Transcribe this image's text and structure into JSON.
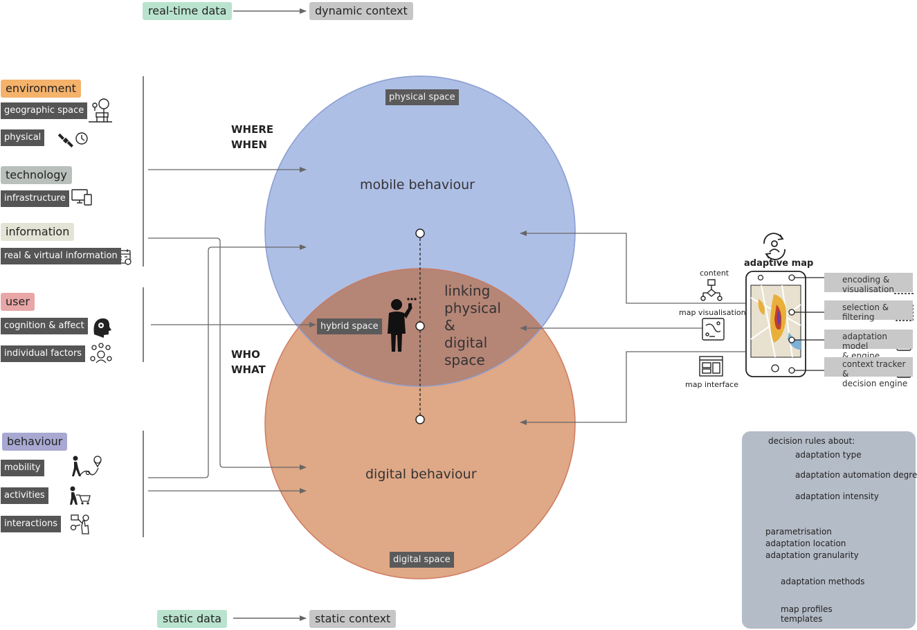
{
  "top": {
    "real_time_data": "real-time data",
    "dynamic_context": "dynamic context"
  },
  "bottom": {
    "static_data": "static data",
    "static_context": "static context"
  },
  "categories": {
    "environment": {
      "label": "environment",
      "color": "#f4b26b",
      "items": [
        "geographic space",
        "physical"
      ]
    },
    "technology": {
      "label": "technology",
      "color": "#b9c0bc",
      "items": [
        "infrastructure"
      ]
    },
    "information": {
      "label": "information",
      "color": "#e4e4d6",
      "items": [
        "real & virtual information"
      ]
    },
    "user": {
      "label": "user",
      "color": "#e8a6a6",
      "items": [
        "cognition & affect",
        "individual factors"
      ]
    },
    "behaviour": {
      "label": "behaviour",
      "color": "#a8a8d2",
      "items": [
        "mobility",
        "activities",
        "interactions"
      ]
    }
  },
  "where_when": "WHERE\nWHEN",
  "who_what": "WHO\nWHAT",
  "circles": {
    "physical_space": "physical space",
    "mobile_behaviour": "mobile behaviour",
    "hybrid_space": "hybrid space",
    "linking": "linking\nphysical\n&\ndigital\nspace",
    "digital_behaviour": "digital behaviour",
    "digital_space": "digital space",
    "colors": {
      "blue": "#aebfe6",
      "orange": "#dfa886",
      "overlap": "#b58576"
    }
  },
  "adaptive_map": {
    "title": "adaptive map",
    "content": "content",
    "map_visualisation": "map visualisation",
    "map_interface": "map interface",
    "tags": [
      "encoding &\nvisualisation",
      "selection &\nfiltering",
      "adaptation model\n& engine",
      "context tracker &\ndecision engine"
    ]
  },
  "panel": {
    "decision_rules": "decision rules about:",
    "adaptation_type": "adaptation type",
    "adaptation_automation_degree": "adaptation automation degree",
    "adaptation_intensity": "adaptation intensity",
    "parametrisation": "parametrisation",
    "adaptation_location": "adaptation location",
    "adaptation_granularity": "adaptation granularity",
    "adaptation_methods": "adaptation methods",
    "map_profiles": "map profiles",
    "templates": "templates"
  }
}
